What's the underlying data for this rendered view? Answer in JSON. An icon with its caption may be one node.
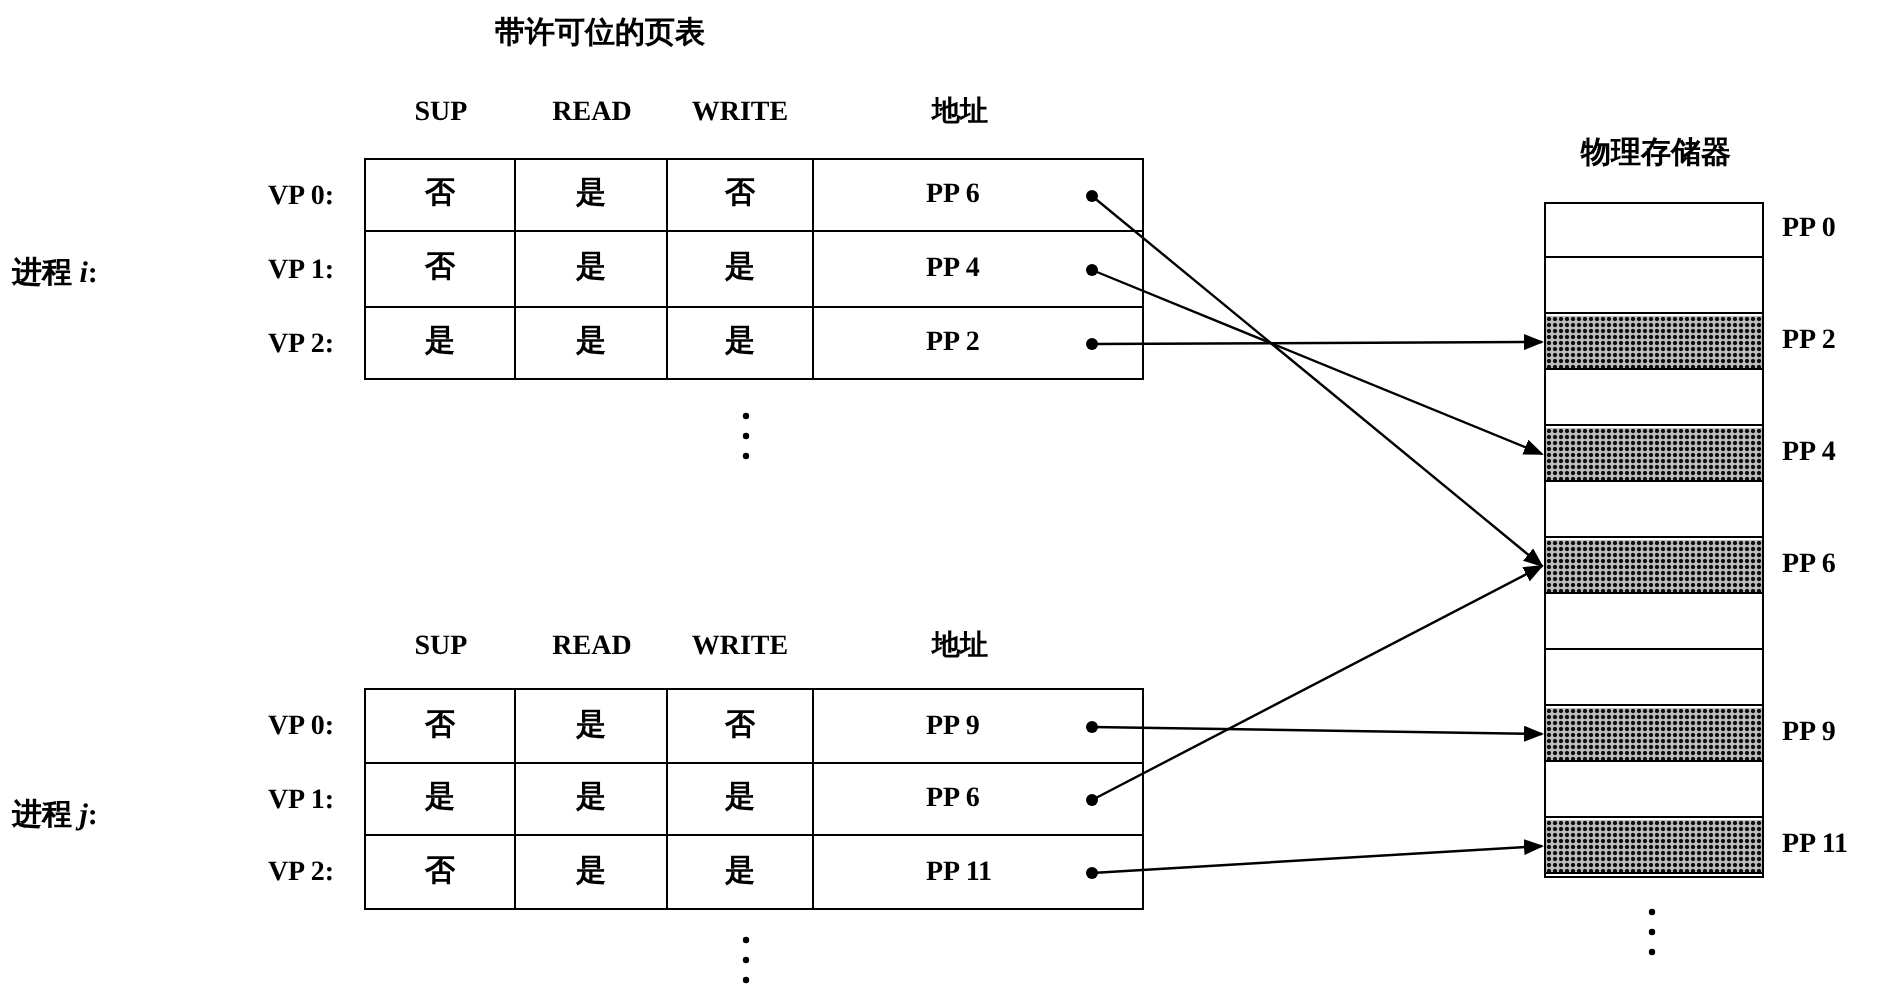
{
  "diagram": {
    "nodes": [
      {
        "text": [
          "PP 6"
        ]
      },
      {
        "text": [
          "PP 4"
        ]
      },
      {
        "text": [
          "PP 2"
        ]
      },
      {
        "text": [
          "PP 9"
        ]
      },
      {
        "text": [
          "PP 6"
        ]
      },
      {
        "text": [
          "PP 11"
        ]
      },
      {
        "text": [
          "物理存储器"
        ]
      },
      {
        "text": [],
        "shape": "box",
        "in": 6,
        "beside": [
          "PP 0"
        ]
      },
      {
        "text": [],
        "shape": "box",
        "in": 6
      },
      {
        "text": [],
        "shape": "bar",
        "in": 6,
        "beside": [
          "PP 2"
        ]
      },
      {
        "text": [],
        "shape": "box",
        "in": 6
      },
      {
        "text": [],
        "shape": "bar",
        "in": 6,
        "beside": [
          "PP 4"
        ]
      },
      {
        "text": [],
        "shape": "box",
        "in": 6
      },
      {
        "text": [],
        "shape": "bar",
        "in": 6,
        "beside": [
          "PP 6"
        ]
      },
      {
        "text": [],
        "shape": "box",
        "in": 6
      },
      {
        "text": [],
        "shape": "box",
        "in": 6
      },
      {
        "text": [],
        "shape": "bar",
        "in": 6,
        "beside": [
          "PP 9"
        ]
      },
      {
        "text": [],
        "shape": "box",
        "in": 6
      },
      {
        "text": [],
        "shape": "bar",
        "in": 6,
        "beside": [
          "PP 11"
        ]
      }
    ],
    "edges": [
      {
        "from": 0,
        "to": 13,
        "arrow": "to"
      },
      {
        "from": 1,
        "to": 11,
        "arrow": "to"
      },
      {
        "from": 2,
        "to": 9,
        "arrow": "to"
      },
      {
        "from": 3,
        "to": 16,
        "arrow": "to"
      },
      {
        "from": 4,
        "to": 13,
        "arrow": "to"
      },
      {
        "from": 5,
        "to": 18,
        "arrow": "to"
      }
    ],
    "labels": [
      "带许可位的页表",
      "SUP",
      "READ",
      "WRITE",
      "地址",
      "进程 *i*:",
      "VP 0:",
      "否",
      "是",
      "否",
      "VP 1:",
      "否",
      "是",
      "是",
      "VP 2:",
      "是",
      "是",
      "是",
      "SUP",
      "READ",
      "WRITE",
      "地址",
      "进程 *j*:",
      "VP 0:",
      "否",
      "是",
      "否",
      "VP 1:",
      "是",
      "是",
      "是",
      "VP 2:",
      "否",
      "是",
      "是"
    ]
  }
}
